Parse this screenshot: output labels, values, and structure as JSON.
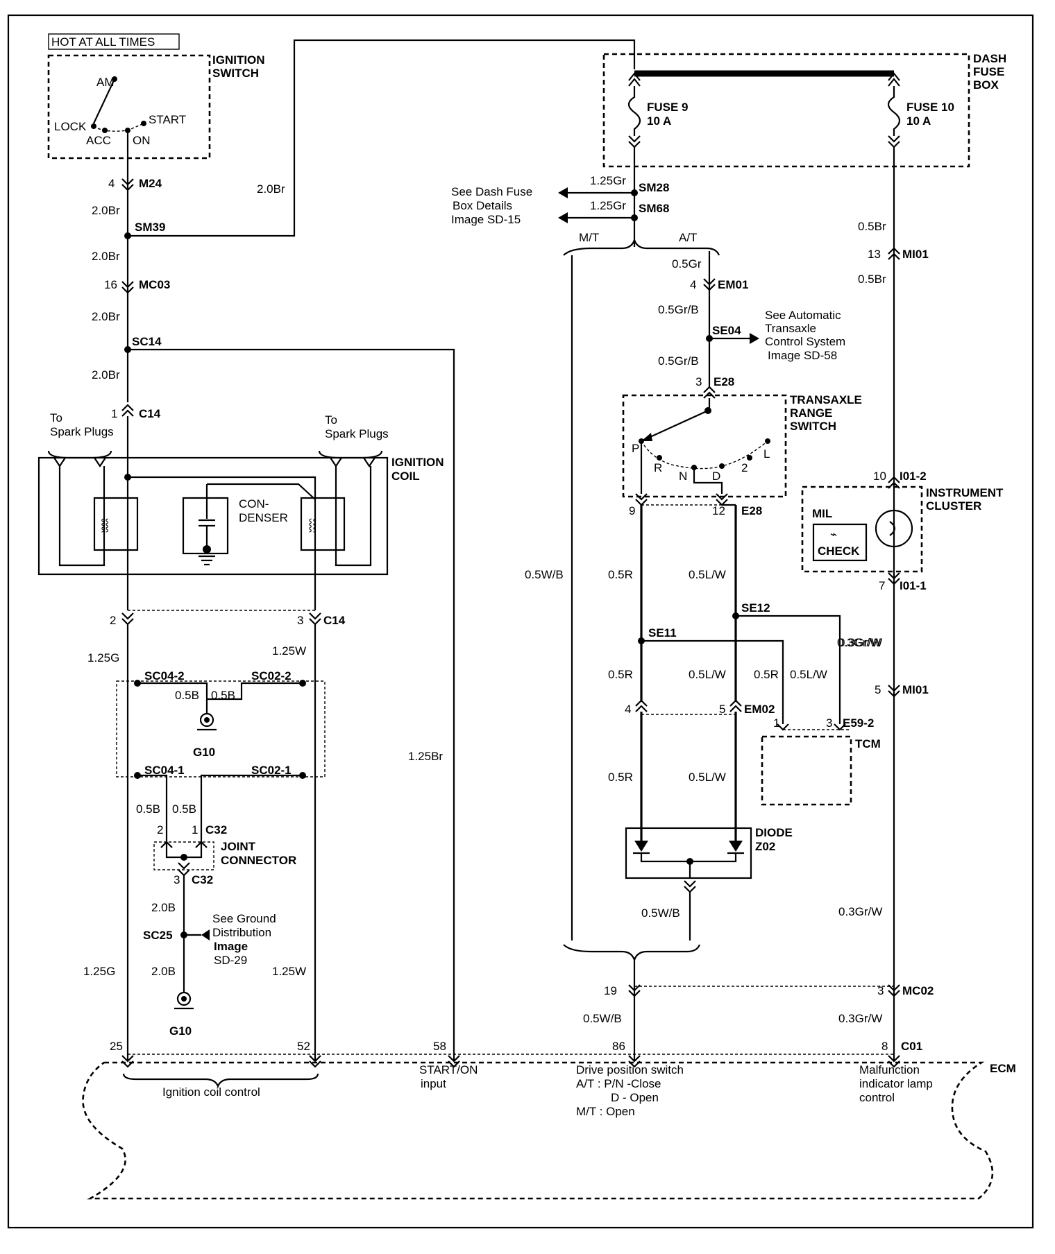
{
  "hot_label": "HOT AT ALL TIMES",
  "ignition_switch": {
    "title1": "IGNITION",
    "title2": "SWITCH",
    "am": "AM",
    "lock": "LOCK",
    "acc": "ACC",
    "on": "ON",
    "start": "START"
  },
  "dash_fuse_box": {
    "title1": "DASH",
    "title2": "FUSE",
    "title3": "BOX",
    "fuse9": "FUSE 9",
    "fuse9_rating": "10 A",
    "fuse10": "FUSE 10",
    "fuse10_rating": "10 A"
  },
  "left": {
    "m24_pin": "4",
    "m24": "M24",
    "w_top": "2.0Br",
    "sm39": "SM39",
    "w_sm39": "2.0Br",
    "mc03_pin": "16",
    "mc03": "MC03",
    "w_mc03": "2.0Br",
    "sc14": "SC14",
    "w_sc14": "2.0Br",
    "c14_pin1": "1",
    "c14": "C14",
    "w_loop": "2.0Br"
  },
  "coil": {
    "title1": "IGNITION",
    "title2": "COIL",
    "spark_left1": "To",
    "spark_left2": "Spark Plugs",
    "spark_right1": "To",
    "spark_right2": "Spark Plugs",
    "condenser1": "CON-",
    "condenser2": "DENSER"
  },
  "lower_left": {
    "pin2": "2",
    "pin3": "3",
    "c14b": "C14",
    "w_g": "1.25G",
    "w_w": "1.25W",
    "sc04_2": "SC04-2",
    "sc02_2": "SC02-2",
    "w_b1": "0.5B",
    "w_b2": "0.5B",
    "g10a": "G10",
    "sc04_1": "SC04-1",
    "sc02_1": "SC02-1",
    "w_b3": "0.5B",
    "w_b4": "0.5B",
    "c32_pin2": "2",
    "c32_pin1": "1",
    "c32": "C32",
    "joint1": "JOINT",
    "joint2": "CONNECTOR",
    "c32_pin3": "3",
    "c32b": "C32",
    "w_20b1": "2.0B",
    "sc25": "SC25",
    "ground_ref1": "See Ground",
    "ground_ref2": "Distribution",
    "ground_ref3": "Image",
    "ground_ref4": "SD-29",
    "w_20b2": "2.0B",
    "g10b": "G10",
    "w_g2": "1.25G",
    "w_w2": "1.25W",
    "w_br": "1.25Br"
  },
  "center": {
    "w_sm28": "1.25Gr",
    "sm28": "SM28",
    "w_sm68": "1.25Gr",
    "sm68": "SM68",
    "ref1": "See Dash Fuse",
    "ref2": "Box Details",
    "ref3": "Image SD-15",
    "mt": "M/T",
    "at": "A/T",
    "w_05gr": "0.5Gr",
    "em01_pin": "4",
    "em01": "EM01",
    "w_gb1": "0.5Gr/B",
    "se04": "SE04",
    "atx1": "See Automatic",
    "atx2": "Transaxle",
    "atx3": "Control System",
    "atx4": "Image SD-58",
    "w_gb2": "0.5Gr/B",
    "e28_pin3": "3",
    "e28": "E28",
    "trs1": "TRANSAXLE",
    "trs2": "RANGE",
    "trs3": "SWITCH",
    "p": "P",
    "r": "R",
    "n": "N",
    "d": "D",
    "two": "2",
    "l": "L",
    "pin9": "9",
    "pin12": "12",
    "e28b": "E28",
    "w_wb": "0.5W/B",
    "w_r1": "0.5R",
    "w_lw1": "0.5L/W",
    "se12": "SE12",
    "se11": "SE11",
    "w_grw": "0.3Gr/W",
    "w_r2": "0.5R",
    "w_lw2": "0.5L/W",
    "w_r3": "0.5R",
    "w_lw3": "0.5L/W",
    "em02_pin4": "4",
    "em02_pin5": "5",
    "em02": "EM02",
    "e59_pin1": "1",
    "e59_pin3": "3",
    "e59": "E59-2",
    "tcm": "TCM",
    "w_r4": "0.5R",
    "w_lw4": "0.5L/W",
    "diode1": "DIODE",
    "diode2": "Z02",
    "w_wb2": "0.5W/B",
    "pin19": "19",
    "w_wb3": "0.5W/B"
  },
  "right": {
    "w_br1": "0.5Br",
    "mi01_pin13": "13",
    "mi01": "MI01",
    "w_br2": "0.5Br",
    "i012_pin": "10",
    "i012": "I01-2",
    "ic1": "INSTRUMENT",
    "ic2": "CLUSTER",
    "mil": "MIL",
    "check": "CHECK",
    "i011_pin": "7",
    "i011": "I01-1",
    "w_grw1": "0.3Gr/W",
    "mi01b_pin": "5",
    "mi01b": "MI01",
    "w_grw2": "0.3Gr/W",
    "mc02_pin": "3",
    "mc02": "MC02",
    "w_grw3": "0.3Gr/W",
    "c01_pin": "8",
    "c01": "C01"
  },
  "ecm": {
    "title": "ECM",
    "pin25": "25",
    "pin52": "52",
    "pin58": "58",
    "pin86": "86",
    "ign_ctrl": "Ignition coil control",
    "start_on1": "START/ON",
    "start_on2": "input",
    "dps1": "Drive position switch",
    "dps2": "A/T : P/N -Close",
    "dps3": "D - Open",
    "dps4": "M/T : Open",
    "mil1": "Malfunction",
    "mil2": "indicator lamp",
    "mil3": "control"
  }
}
